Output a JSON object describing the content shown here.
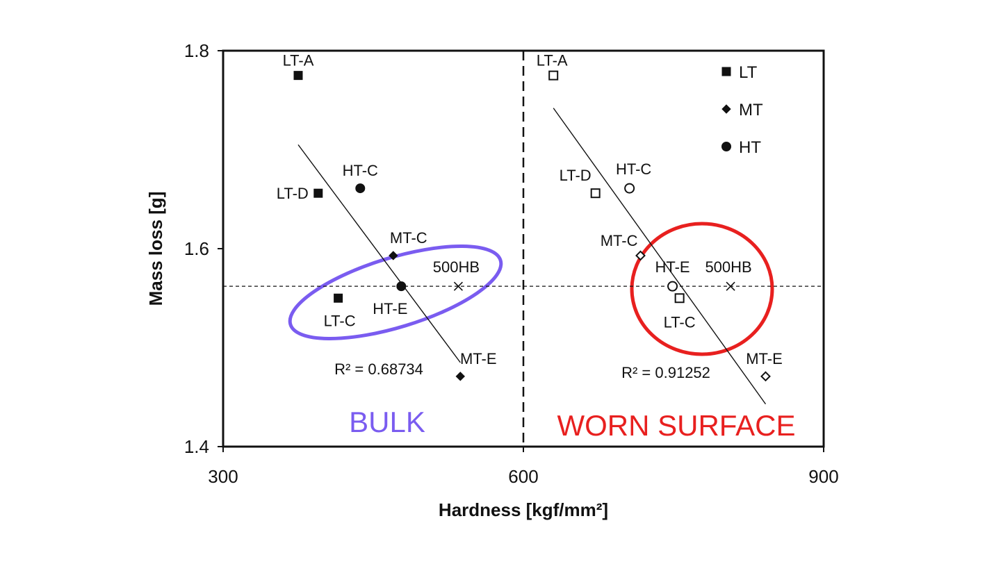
{
  "chart_data": {
    "type": "scatter",
    "xlabel": "Hardness [kgf/mm²]",
    "ylabel": "Mass loss [g]",
    "xlim": [
      300,
      900
    ],
    "ylim": [
      1.4,
      1.8
    ],
    "xticks": [
      "300",
      "600",
      "900"
    ],
    "yticks": [
      "1.4",
      "1.6",
      "1.8"
    ],
    "grid": false,
    "legend": {
      "position": "top-right",
      "entries": [
        {
          "name": "LT",
          "marker": "square"
        },
        {
          "name": "MT",
          "marker": "diamond"
        },
        {
          "name": "HT",
          "marker": "circle"
        }
      ]
    },
    "divider_x": 600,
    "reference": {
      "label": "500HB",
      "x": 535,
      "y": 1.562,
      "marker": "x"
    },
    "panels": [
      {
        "label": "BULK",
        "filled": true,
        "r2_label": "R² = 0.68734",
        "points": [
          {
            "label": "LT-A",
            "series": "LT",
            "x": 375,
            "y": 1.775
          },
          {
            "label": "LT-D",
            "series": "LT",
            "x": 395,
            "y": 1.656
          },
          {
            "label": "LT-C",
            "series": "LT",
            "x": 415,
            "y": 1.55
          },
          {
            "label": "HT-C",
            "series": "HT",
            "x": 437,
            "y": 1.661
          },
          {
            "label": "HT-E",
            "series": "HT",
            "x": 478,
            "y": 1.562
          },
          {
            "label": "MT-C",
            "series": "MT",
            "x": 470,
            "y": 1.593
          },
          {
            "label": "MT-E",
            "series": "MT",
            "x": 537,
            "y": 1.471
          }
        ],
        "trendline": {
          "x1": 375,
          "y1": 1.705,
          "x2": 537,
          "y2": 1.485
        }
      },
      {
        "label": "WORN SURFACE",
        "filled": false,
        "r2_label": "R² = 0.91252",
        "points": [
          {
            "label": "LT-A",
            "series": "LT",
            "x": 630,
            "y": 1.775
          },
          {
            "label": "LT-D",
            "series": "LT",
            "x": 672,
            "y": 1.656
          },
          {
            "label": "LT-C",
            "series": "LT",
            "x": 756,
            "y": 1.55
          },
          {
            "label": "HT-C",
            "series": "HT",
            "x": 706,
            "y": 1.661
          },
          {
            "label": "HT-E",
            "series": "HT",
            "x": 749,
            "y": 1.562
          },
          {
            "label": "MT-C",
            "series": "MT",
            "x": 717,
            "y": 1.593
          },
          {
            "label": "MT-E",
            "series": "MT",
            "x": 842,
            "y": 1.471
          }
        ],
        "trendline": {
          "x1": 630,
          "y1": 1.742,
          "x2": 842,
          "y2": 1.443
        }
      }
    ],
    "colors": {
      "bulk": "#7a5cf0",
      "worn_surface": "#e8201f",
      "ink": "#111111"
    }
  }
}
